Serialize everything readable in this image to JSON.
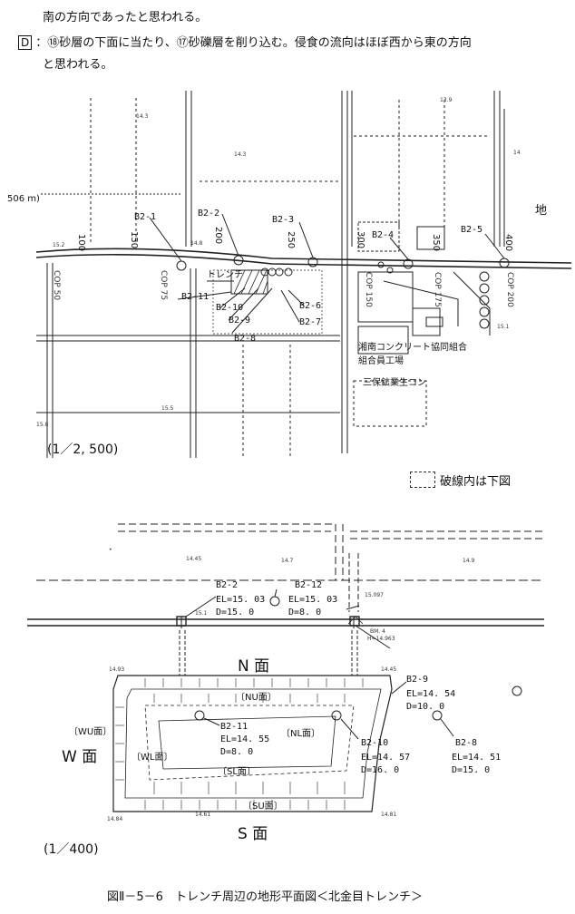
{
  "text": {
    "line1": "南の方向であったと思われる。",
    "d_label": "D",
    "line2": "：⑱砂層の下面に当たり、⑰砂礫層を削り込む。侵食の流向はほぼ西から東の方向",
    "line3": "と思われる。"
  },
  "upper_map": {
    "scale": "(1／2, 500)",
    "legend_text": "破線内は下図",
    "edge_label": "506 m)",
    "corner_label": "地",
    "trench_label": "トレンチ",
    "stations": [
      "100",
      "150",
      "200",
      "250",
      "300",
      "350",
      "400"
    ],
    "boreholes_top": [
      "B2-1",
      "B2-2",
      "B2-3",
      "B2-4",
      "B2-5"
    ],
    "boreholes_bottom": [
      "B2-11",
      "B2-10",
      "B2-9",
      "B2-8",
      "B2-7",
      "B2-6"
    ],
    "cops": [
      "COP 50",
      "COP 75",
      "COP 150",
      "COP 175",
      "COP 200"
    ],
    "factory_lines": [
      "湘南コンクリート協同組合",
      "組合員工場",
      "三保鉱業生コン"
    ],
    "elevations": [
      "14.3",
      "14.3",
      "13.9",
      "14",
      "15.2",
      "14.8",
      "15.1",
      "15.5",
      "15.8"
    ]
  },
  "lower_map": {
    "scale": "(1／400)",
    "faces": {
      "north": "N  面",
      "west": "W  面",
      "south": "S  面"
    },
    "areas": [
      "〔NU面〕",
      "〔WU面〕",
      "〔NL面〕",
      "〔WL面〕",
      "〔SL面〕",
      "〔SU面〕"
    ],
    "bm": [
      "BM. 4",
      "H=14.963"
    ],
    "boreholes": [
      {
        "name": "B2-2",
        "el": "EL=15. 03",
        "d": "D=15. 0"
      },
      {
        "name": "B2-12",
        "el": "EL=15. 03",
        "d": "D=8. 0"
      },
      {
        "name": "B2-9",
        "el": "EL=14. 54",
        "d": "D=10. 0"
      },
      {
        "name": "B2-11",
        "el": "EL=14. 55",
        "d": "D=8. 0"
      },
      {
        "name": "B2-10",
        "el": "EL=14. 57",
        "d": "D=16. 0"
      },
      {
        "name": "B2-8",
        "el": "EL=14. 51",
        "d": "D=15. 0"
      }
    ]
  },
  "caption": "図Ⅱ－5－6　トレンチ周辺の地形平面図＜北金目トレンチ＞"
}
